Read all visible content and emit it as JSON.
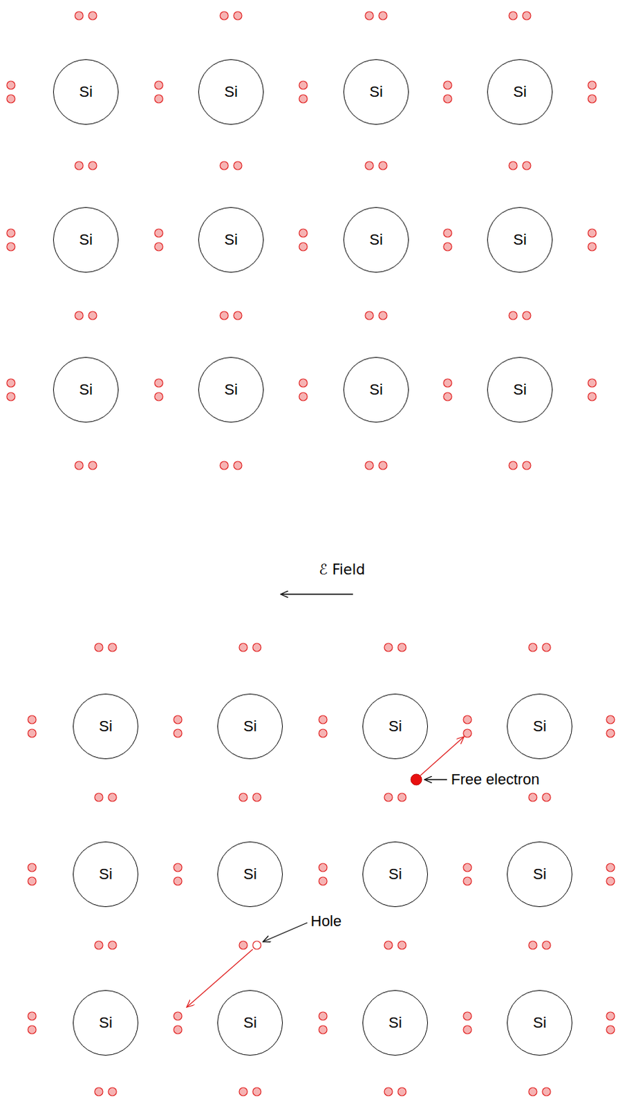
{
  "diagram": {
    "nodes": [
      {
        "text": [
          "Si"
        ]
      },
      {
        "text": [
          "Si"
        ]
      },
      {
        "text": [
          "Si"
        ]
      },
      {
        "text": [
          "Si"
        ]
      },
      {
        "text": [
          "Si"
        ]
      },
      {
        "text": [
          "Si"
        ]
      },
      {
        "text": [
          "Si"
        ]
      },
      {
        "text": [
          "Si"
        ]
      },
      {
        "text": [
          "Si"
        ]
      },
      {
        "text": [
          "Si"
        ]
      },
      {
        "text": [
          "Si"
        ]
      },
      {
        "text": [
          "Si"
        ]
      },
      {
        "text": [
          "Si"
        ]
      },
      {
        "text": [
          "Si"
        ]
      },
      {
        "text": [
          "Si"
        ]
      },
      {
        "text": [
          "Si"
        ]
      },
      {
        "text": [
          "Si"
        ]
      },
      {
        "text": [
          "Si"
        ]
      },
      {
        "text": [
          "Si"
        ]
      },
      {
        "text": [
          "Si"
        ]
      },
      {
        "text": [
          "Si"
        ]
      },
      {
        "text": [
          "Si"
        ]
      },
      {
        "text": [
          "Si"
        ]
      },
      {
        "text": [
          "Si"
        ]
      }
    ],
    "labels": [
      "ℰ Field",
      "Free electron",
      "Hole"
    ]
  }
}
